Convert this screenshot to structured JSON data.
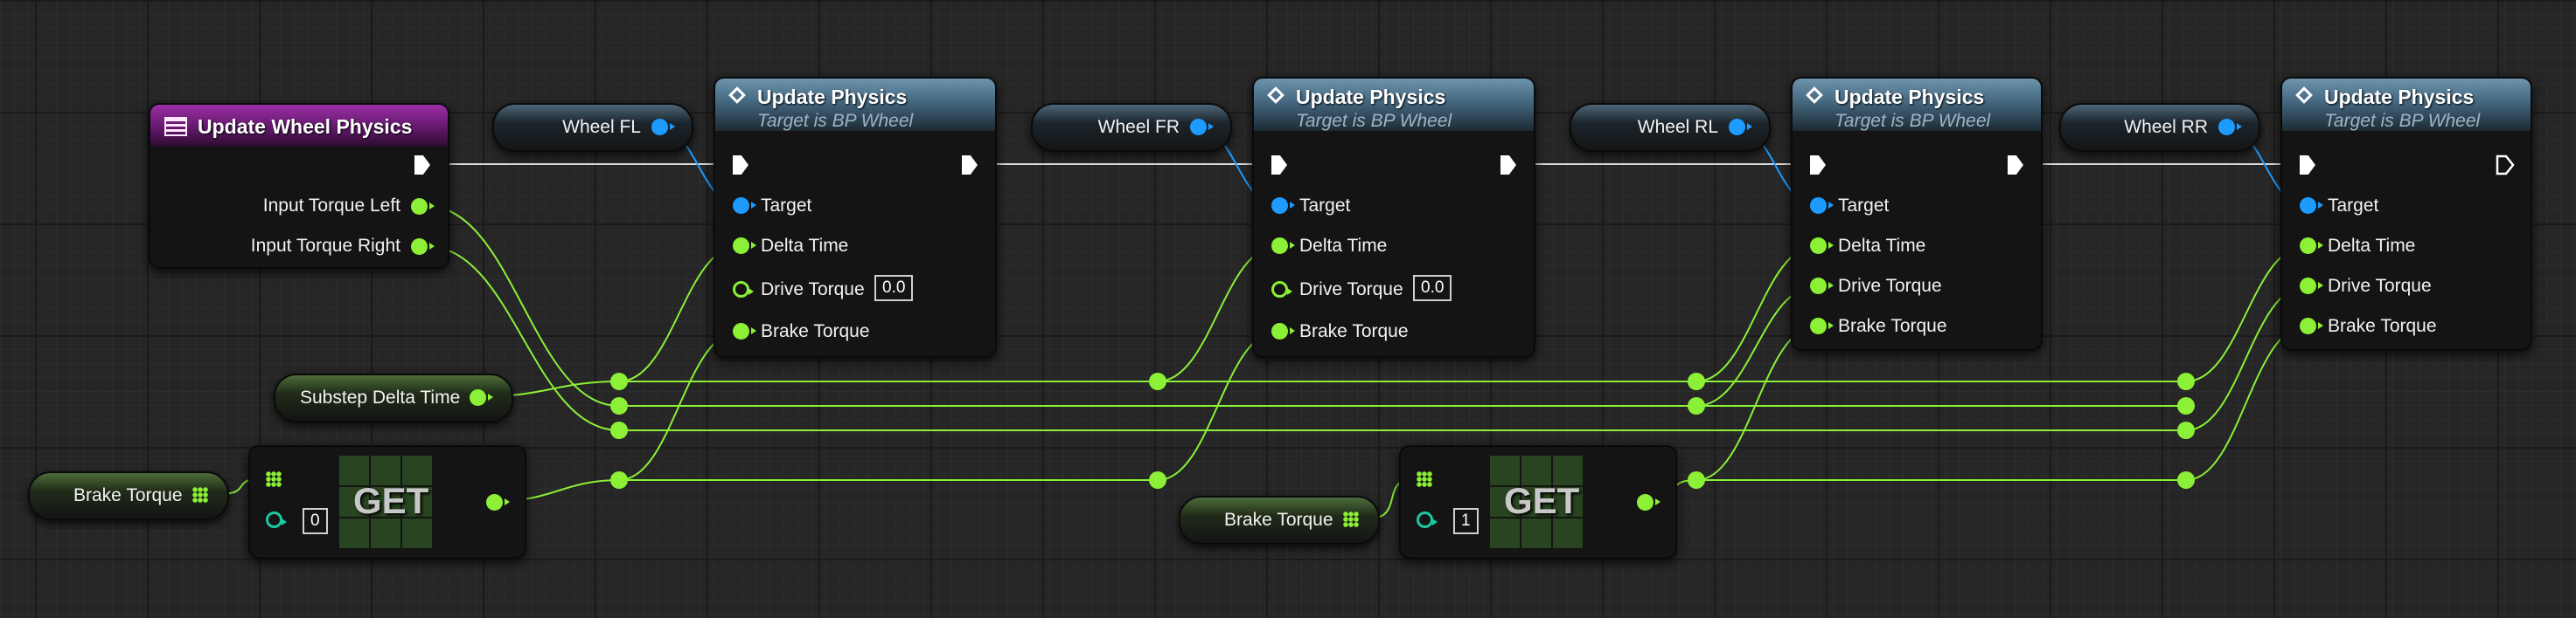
{
  "colors": {
    "exec": "#ffffff",
    "float": "#8cf036",
    "object": "#1d9bff",
    "int": "#1ac9a0",
    "event": "#7a1f86",
    "func": "#4c6f88"
  },
  "event_node": {
    "title": "Update Wheel Physics",
    "outputs": [
      "Input Torque Left",
      "Input Torque Right"
    ]
  },
  "wheel_vars": [
    "Wheel FL",
    "Wheel FR",
    "Wheel RL",
    "Wheel RR"
  ],
  "update_nodes": [
    {
      "title": "Update Physics",
      "subtitle": "Target is BP Wheel",
      "pins": [
        "Target",
        "Delta Time",
        "Drive Torque",
        "Brake Torque"
      ],
      "drive_default": "0.0"
    },
    {
      "title": "Update Physics",
      "subtitle": "Target is BP Wheel",
      "pins": [
        "Target",
        "Delta Time",
        "Drive Torque",
        "Brake Torque"
      ],
      "drive_default": "0.0"
    },
    {
      "title": "Update Physics",
      "subtitle": "Target is BP Wheel",
      "pins": [
        "Target",
        "Delta Time",
        "Drive Torque",
        "Brake Torque"
      ],
      "drive_default": ""
    },
    {
      "title": "Update Physics",
      "subtitle": "Target is BP Wheel",
      "pins": [
        "Target",
        "Delta Time",
        "Drive Torque",
        "Brake Torque"
      ],
      "drive_default": ""
    }
  ],
  "substep_var": "Substep Delta Time",
  "brake_vars": [
    "Brake Torque",
    "Brake Torque"
  ],
  "get_nodes": [
    {
      "label": "GET",
      "index": "0"
    },
    {
      "label": "GET",
      "index": "1"
    }
  ],
  "icons": {
    "event": "event-icon",
    "function": "function-icon",
    "exec": "exec-pin-icon",
    "array": "array-pin-icon"
  }
}
